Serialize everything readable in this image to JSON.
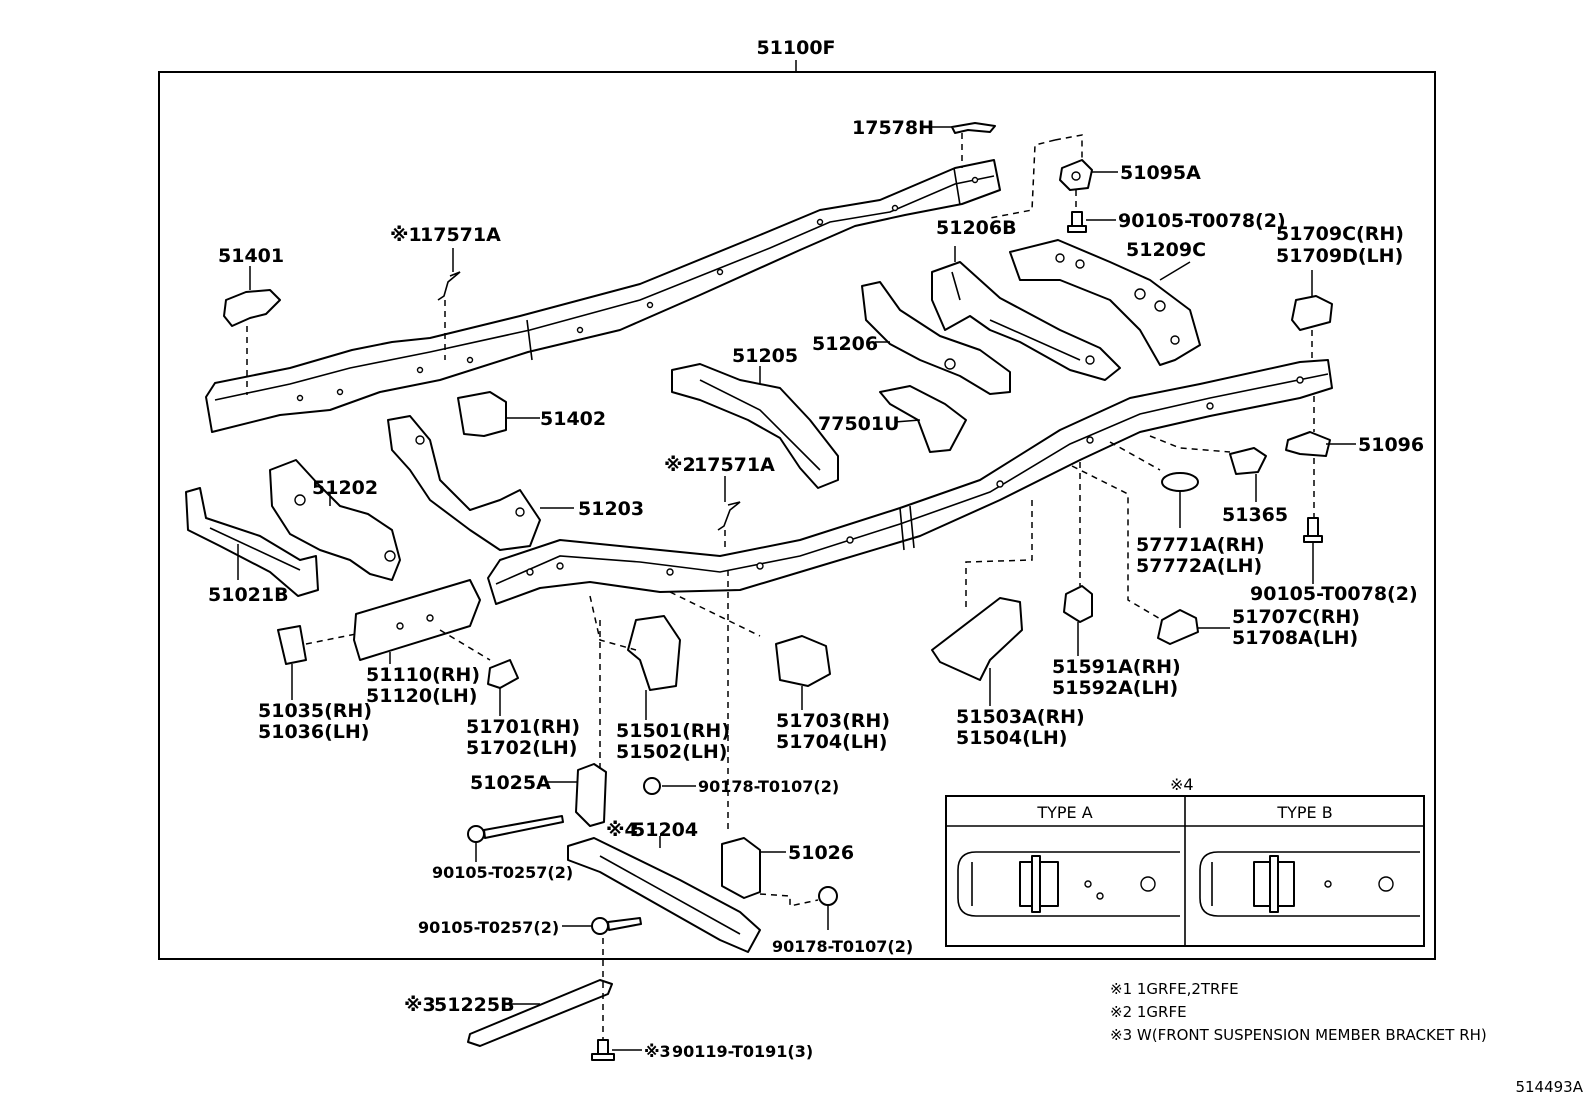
{
  "diagram_id": "514493A",
  "assembly": {
    "number": "51100F"
  },
  "parts": {
    "p17578H": "17578H",
    "p51095A": "51095A",
    "p90105_T0078_top": "90105-T0078(2)",
    "p51206B": "51206B",
    "p51709": [
      "51709C(RH)",
      "51709D(LH)"
    ],
    "p51401": "51401",
    "p17571A_1": {
      "mark": "※1",
      "number": "17571A"
    },
    "p51209C": "51209C",
    "p51205": "51205",
    "p51206": "51206",
    "p51402": "51402",
    "p77501U": "77501U",
    "p51096": "51096",
    "p17571A_2": {
      "mark": "※2",
      "number": "17571A"
    },
    "p51202": "51202",
    "p51203": "51203",
    "p51365": "51365",
    "p57771": [
      "57771A(RH)",
      "57772A(LH)"
    ],
    "p51021B": "51021B",
    "p90105_T0078_right": "90105-T0078(2)",
    "p51707": [
      "51707C(RH)",
      "51708A(LH)"
    ],
    "p51110": [
      "51110(RH)",
      "51120(LH)"
    ],
    "p51591": [
      "51591A(RH)",
      "51592A(LH)"
    ],
    "p51035": [
      "51035(RH)",
      "51036(LH)"
    ],
    "p51701": [
      "51701(RH)",
      "51702(LH)"
    ],
    "p51501": [
      "51501(RH)",
      "51502(LH)"
    ],
    "p51703": [
      "51703(RH)",
      "51704(LH)"
    ],
    "p51503": [
      "51503A(RH)",
      "51504(LH)"
    ],
    "p51025A": "51025A",
    "p90178_T0107_top": "90178-T0107(2)",
    "p51204": {
      "mark": "※4",
      "number": "51204"
    },
    "p51026": "51026",
    "p90105_T0257_a": "90105-T0257(2)",
    "p90105_T0257_b": "90105-T0257(2)",
    "p90178_T0107_bottom": "90178-T0107(2)",
    "p51225B": {
      "mark": "※3",
      "number": "51225B"
    },
    "p90119_T0191": {
      "mark": "※3",
      "number": "90119-T0191(3)"
    }
  },
  "type_box": {
    "mark": "※4",
    "type_a": "TYPE A",
    "type_b": "TYPE B"
  },
  "notes": [
    "※1 1GRFE,2TRFE",
    "※2 1GRFE",
    "※3 W(FRONT SUSPENSION MEMBER BRACKET RH)"
  ]
}
